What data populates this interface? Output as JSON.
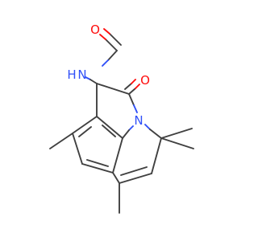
{
  "structure": {
    "atom_labels": {
      "formyl_oxygen": "O",
      "amide_nh": "N",
      "amide_h": "H",
      "lactam_oxygen": "O",
      "ring_nitrogen": "N"
    },
    "colors": {
      "bond": "#404040",
      "oxygen": "#ff0d0d",
      "nitrogen": "#3050f8",
      "background": "#ffffff"
    }
  }
}
